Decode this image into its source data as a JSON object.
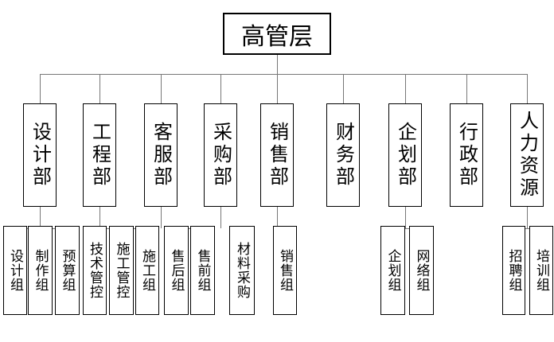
{
  "root": "高管层",
  "departments": [
    {
      "name": "设计部",
      "teams": [
        "设计组",
        "制作组",
        "预算组"
      ]
    },
    {
      "name": "工程部",
      "teams": [
        "技术管控",
        "施工管控",
        "施工组"
      ]
    },
    {
      "name": "客服部",
      "teams": [
        "售后组",
        "售前组"
      ]
    },
    {
      "name": "采购部",
      "teams": [
        "材料采购"
      ]
    },
    {
      "name": "销售部",
      "teams": [
        "销售组"
      ]
    },
    {
      "name": "财务部",
      "teams": []
    },
    {
      "name": "企划部",
      "teams": [
        "企划组",
        "网络组"
      ]
    },
    {
      "name": "行政部",
      "teams": []
    },
    {
      "name": "人力资源",
      "teams": [
        "招聘组",
        "培训组"
      ]
    }
  ]
}
